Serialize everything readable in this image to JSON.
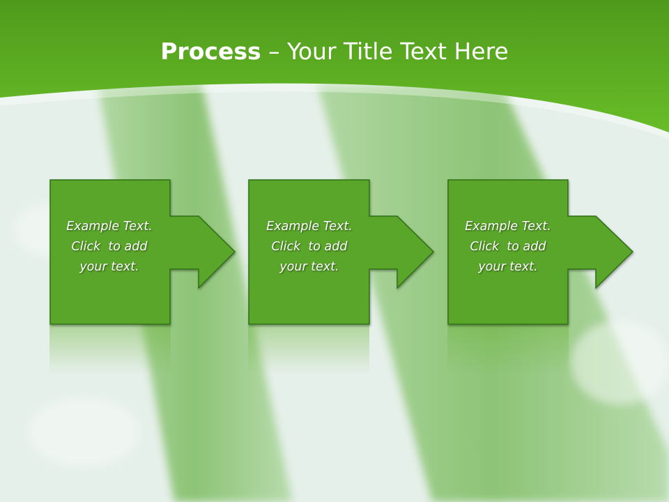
{
  "slide": {
    "title_bold": "Process",
    "title_rest": " – Your Title Text Here",
    "colors": {
      "header_green": "#5cae1e",
      "box_fill": "#5aa62b",
      "box_stroke": "#2f6e12",
      "text": "#ffffff"
    },
    "steps": [
      {
        "lines": [
          "Example Text.",
          "Click  to add",
          "your text."
        ]
      },
      {
        "lines": [
          "Example Text.",
          "Click  to add",
          "your text."
        ]
      },
      {
        "lines": [
          "Example Text.",
          "Click  to add",
          "your text."
        ]
      }
    ]
  }
}
